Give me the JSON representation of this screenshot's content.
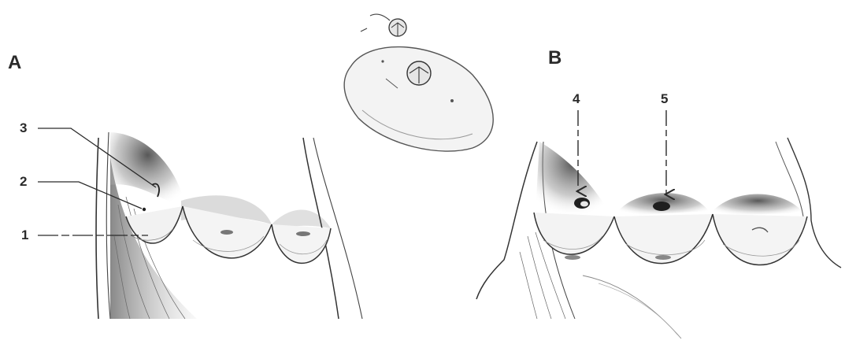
{
  "panels": {
    "a": {
      "letter": "A"
    },
    "b": {
      "letter": "B"
    }
  },
  "callouts": {
    "c1": "1",
    "c2": "2",
    "c3": "3",
    "c4": "4",
    "c5": "5"
  },
  "colors": {
    "ink": "#2a2a2a",
    "shade_dark": "#3a3a3a",
    "shade_mid": "#8a8a8a",
    "shade_light": "#cfcfcf",
    "paper": "#ffffff"
  }
}
